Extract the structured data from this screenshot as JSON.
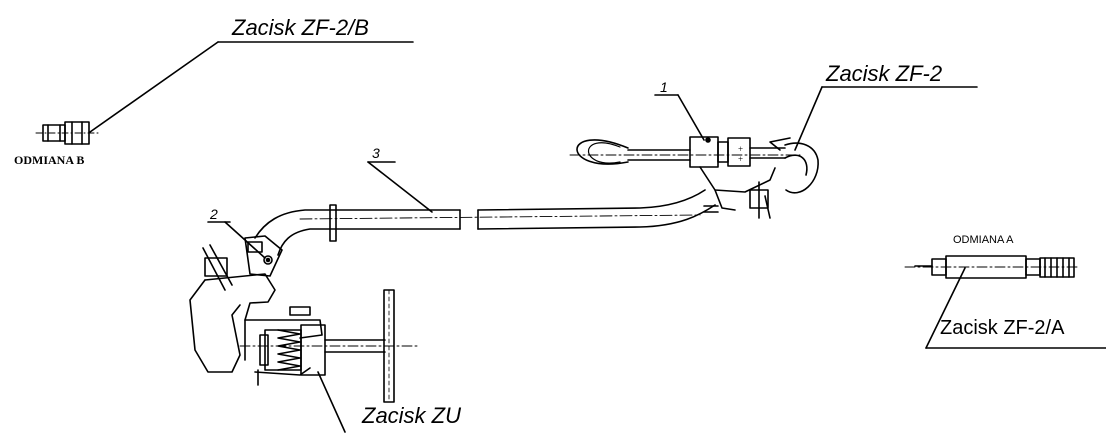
{
  "labels": {
    "zacisk_zf2b": "Zacisk ZF-2/B",
    "odmiana_b": "ODMIANA B",
    "zacisk_zf2": "Zacisk ZF-2",
    "odmiana_a": "ODMIANA A",
    "zacisk_zf2a": "Zacisk ZF-2/A",
    "zacisk_zu": "Zacisk ZU"
  },
  "callouts": {
    "one": "1",
    "two": "2",
    "three": "3"
  },
  "colors": {
    "ink": "#000000",
    "paper": "#ffffff"
  }
}
